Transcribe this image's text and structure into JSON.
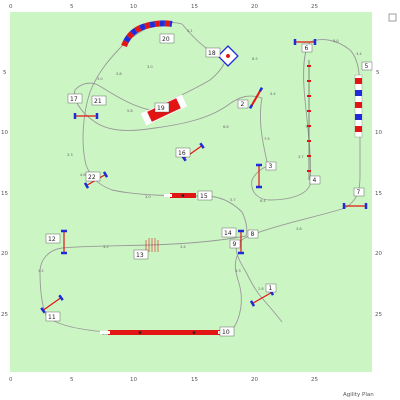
{
  "app": {
    "credit": "Agility Plan"
  },
  "colors": {
    "field": "#ccf5c4",
    "path": "#999999",
    "bar_red": "#e31414",
    "bar_blue": "#1f2bd6",
    "bar_white": "#ffffff",
    "tube": "#e31414",
    "dogwalk": "#e31414"
  },
  "axes": {
    "x_ticks": [
      "0",
      "5",
      "10",
      "15",
      "20",
      "25"
    ],
    "y_ticks": [
      "0",
      "5",
      "10",
      "15",
      "20",
      "25"
    ]
  },
  "obstacles": [
    {
      "number": "1"
    },
    {
      "number": "2"
    },
    {
      "number": "3"
    },
    {
      "number": "4"
    },
    {
      "number": "5"
    },
    {
      "number": "6"
    },
    {
      "number": "7"
    },
    {
      "number": "8"
    },
    {
      "number": "9"
    },
    {
      "number": "10"
    },
    {
      "number": "11"
    },
    {
      "number": "12"
    },
    {
      "number": "13"
    },
    {
      "number": "14"
    },
    {
      "number": "15"
    },
    {
      "number": "16"
    },
    {
      "number": "17"
    },
    {
      "number": "18"
    },
    {
      "number": "19"
    },
    {
      "number": "20"
    },
    {
      "number": "21"
    },
    {
      "number": "22"
    }
  ]
}
